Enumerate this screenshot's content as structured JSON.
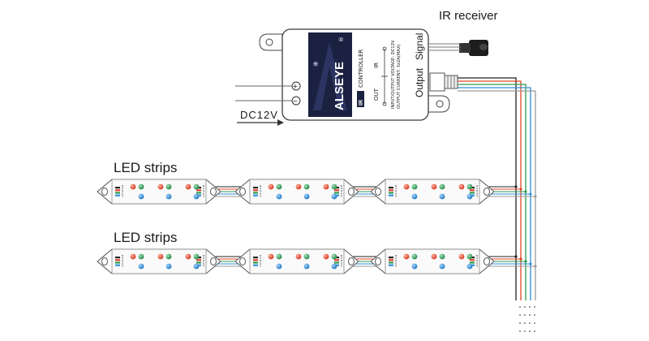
{
  "labels": {
    "ir_receiver": "IR receiver",
    "dc_input": "DC12V",
    "led_strips_top": "LED strips",
    "led_strips_bottom": "LED strips",
    "port_signal": "Signal",
    "port_output": "Output",
    "plus": "+",
    "minus": "−"
  },
  "controller": {
    "brand": "ALSEYE",
    "registered": "®",
    "model_tag": "IR",
    "model_name": "CONTROLLER",
    "out_label": "OUT",
    "ir_label": "IR",
    "spec_line_1": "INPUT/OUTPUT VOLTAGE: DC12V",
    "spec_line_2": "OUTPUT CURRENT: 3x2A(MAX)"
  },
  "strip_pad_label": "12V R G B",
  "colors": {
    "red": "#e0452b",
    "green": "#2e9a52",
    "blue": "#2f8fd6",
    "wire_black": "#222222",
    "wire_grey": "#9a9a9a",
    "brand_dark": "#1b2140"
  }
}
